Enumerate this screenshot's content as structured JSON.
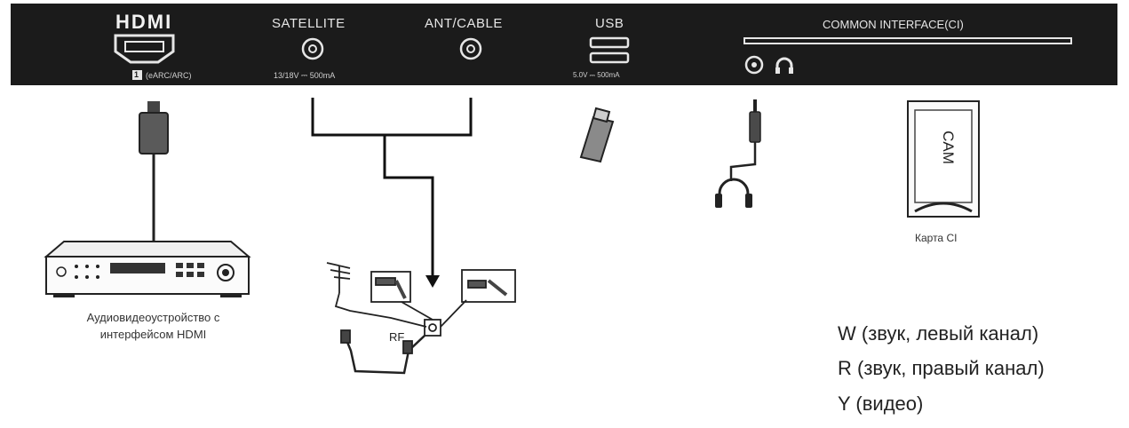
{
  "panel": {
    "hdmi": {
      "logo": "HDMI",
      "port_number": "1",
      "port_note": "(eARC/ARC)"
    },
    "satellite": {
      "title": "SATELLITE",
      "rating": "13/18V ⎓ 500mA"
    },
    "antenna": {
      "title": "ANT/CABLE"
    },
    "usb": {
      "title": "USB",
      "rating": "5.0V ⎓ 500mA"
    },
    "ci": {
      "title": "COMMON INTERFACE(CI)"
    }
  },
  "devices": {
    "hdmi_device_caption": [
      "Аудиовидеоустройство с",
      "интерфейсом HDMI"
    ],
    "rf_label": "RF",
    "cam_label": "CAM",
    "cam_caption": "Карта CI"
  },
  "legend": [
    "W (звук, левый канал)",
    "R (звук, правый канал)",
    "Y (видео)"
  ],
  "icons": [
    "hdmi-logo",
    "coax-port-icon",
    "usb-port-icon",
    "audio-jack-icon",
    "headphone-icon",
    "hdmi-cable-icon",
    "av-receiver-icon",
    "antenna-icon",
    "usb-stick-icon",
    "headphones-icon",
    "ci-card-icon"
  ]
}
